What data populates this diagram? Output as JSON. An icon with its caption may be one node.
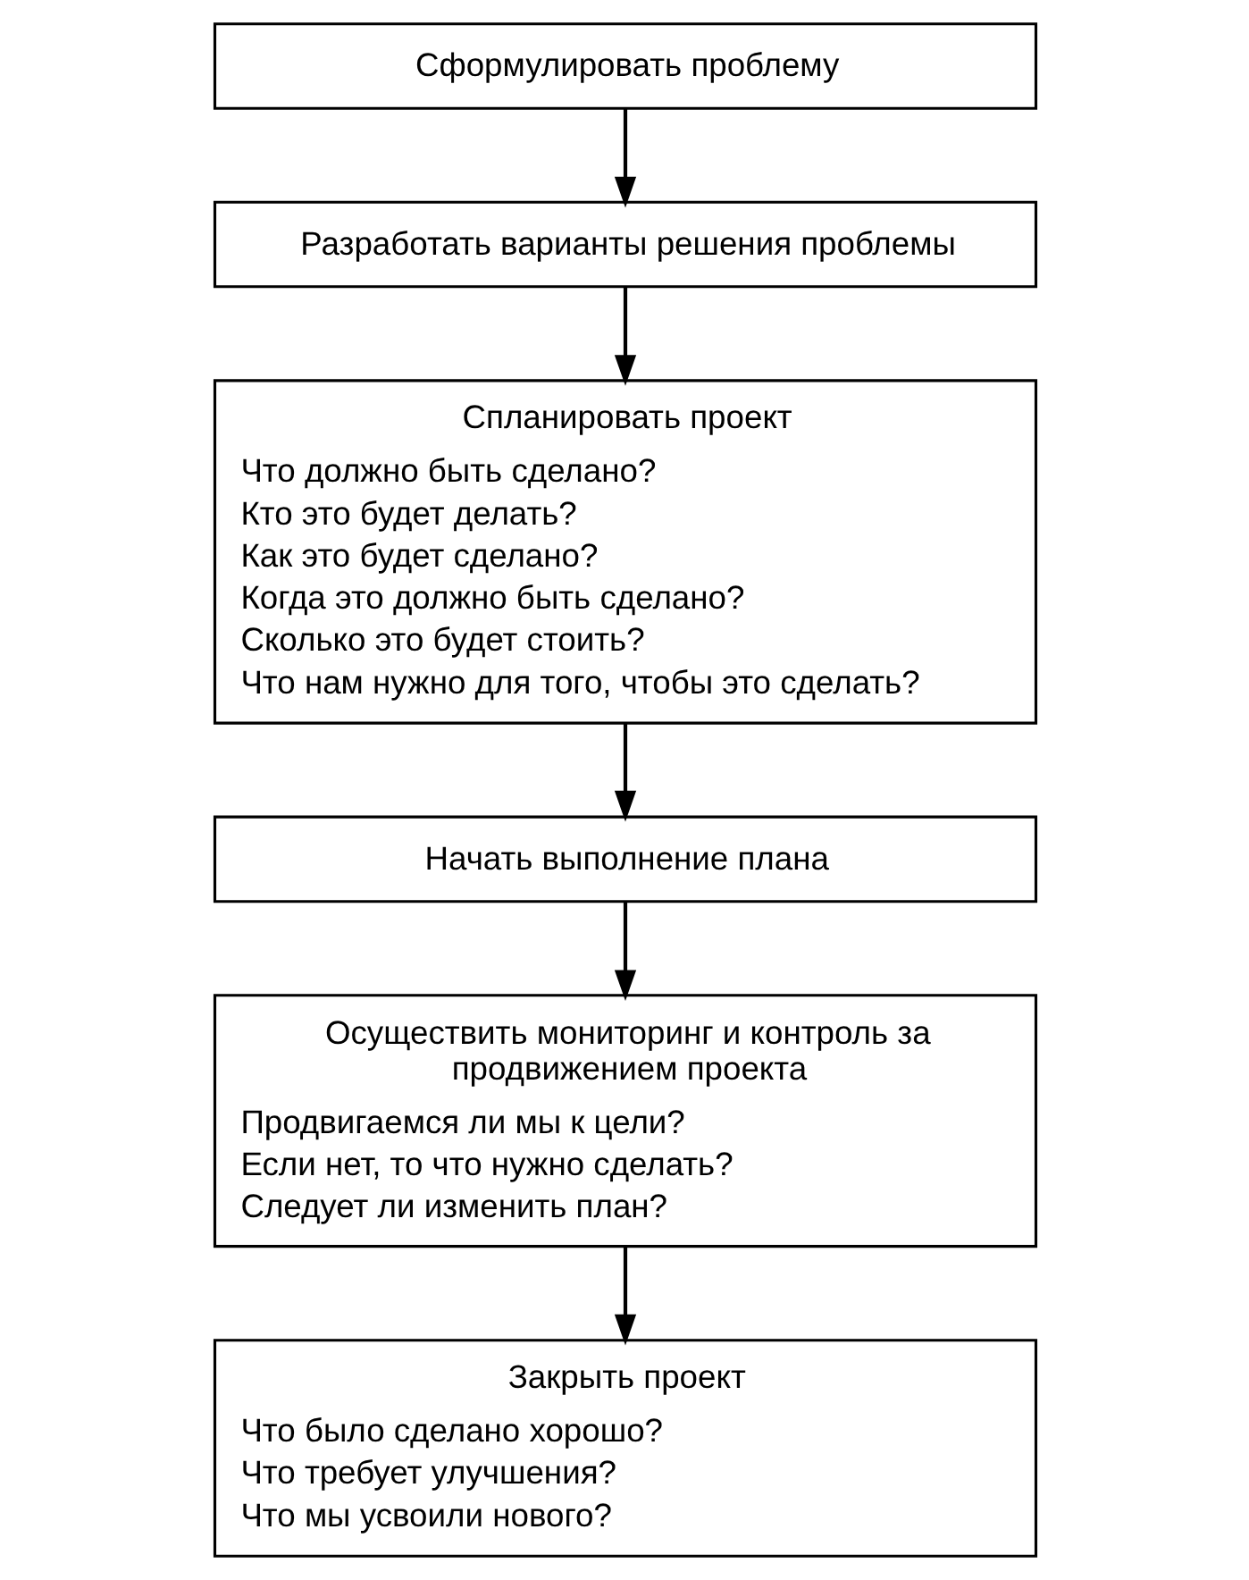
{
  "diagram": {
    "nodes": [
      {
        "text": [
          "Сформулировать проблему"
        ]
      },
      {
        "text": [
          "Разработать варианты решения проблемы"
        ]
      },
      {
        "text": [
          "Спланировать проект",
          "Что должно быть сделано?",
          "Кто это будет делать?",
          "Как это будет сделано?",
          "Когда это должно быть сделано?",
          "Сколько это будет стоить?",
          "Что нам нужно для того, чтобы это сделать?"
        ]
      },
      {
        "text": [
          "Начать выполнение плана"
        ]
      },
      {
        "text": [
          "Осуществить мониторинг и контроль за продвижением проекта",
          "Продвигаемся ли мы к цели?",
          "Если нет, то что нужно сделать?",
          "Следует ли изменить план?"
        ]
      },
      {
        "text": [
          "Закрыть проект",
          "Что было сделано хорошо?",
          "Что требует улучшения?",
          "Что мы усвоили нового?"
        ]
      }
    ],
    "edges": [
      {
        "from": 0,
        "to": 1,
        "arrow": "to"
      },
      {
        "from": 1,
        "to": 2,
        "arrow": "to"
      },
      {
        "from": 2,
        "to": 3,
        "arrow": "to"
      },
      {
        "from": 3,
        "to": 4,
        "arrow": "to"
      },
      {
        "from": 4,
        "to": 5,
        "arrow": "to"
      }
    ]
  }
}
